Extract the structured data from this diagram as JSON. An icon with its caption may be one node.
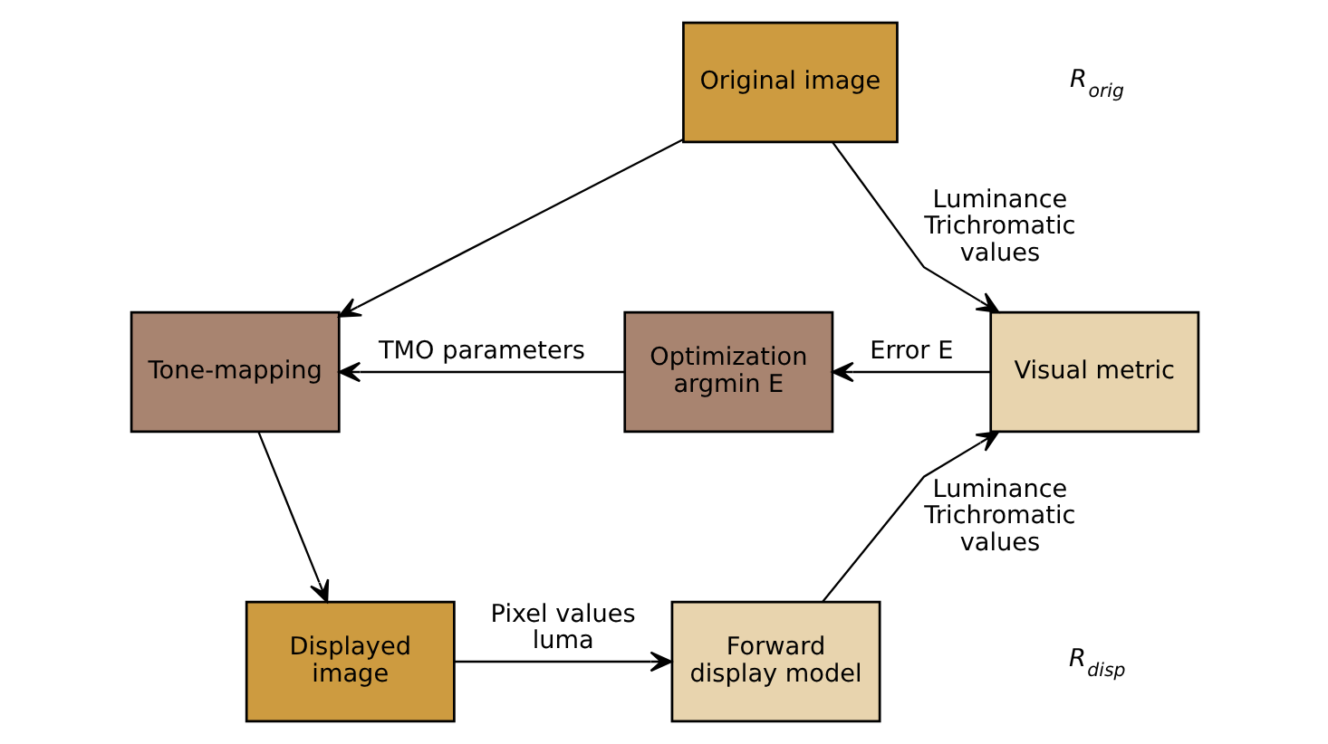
{
  "diagram": {
    "nodes": [
      {
        "text": [
          "Original image"
        ]
      },
      {
        "text": [
          "Tone-mapping"
        ]
      },
      {
        "text": [
          "Displayed image"
        ]
      },
      {
        "text": [
          "Forward display model"
        ]
      },
      {
        "text": [
          "Visual metric"
        ]
      },
      {
        "text": [
          "Optimization argmin E"
        ]
      }
    ],
    "edges": [
      {
        "from": 0,
        "to": 4,
        "arrow": "to",
        "label": "Luminance Trichromatic values"
      },
      {
        "from": 0,
        "to": 1,
        "arrow": "to"
      },
      {
        "from": 1,
        "to": 2,
        "arrow": "to"
      },
      {
        "from": 2,
        "to": 3,
        "arrow": "to",
        "label": "Pixel values luma"
      },
      {
        "from": 3,
        "to": 4,
        "arrow": "to",
        "label": "Luminance Trichromatic values"
      },
      {
        "from": 4,
        "to": 5,
        "arrow": "to",
        "label": "Error E"
      },
      {
        "from": 5,
        "to": 1,
        "arrow": "to",
        "label": "TMO parameters"
      }
    ],
    "labels": [
      "R$_{orig}$",
      "R$_{disp}$"
    ]
  }
}
